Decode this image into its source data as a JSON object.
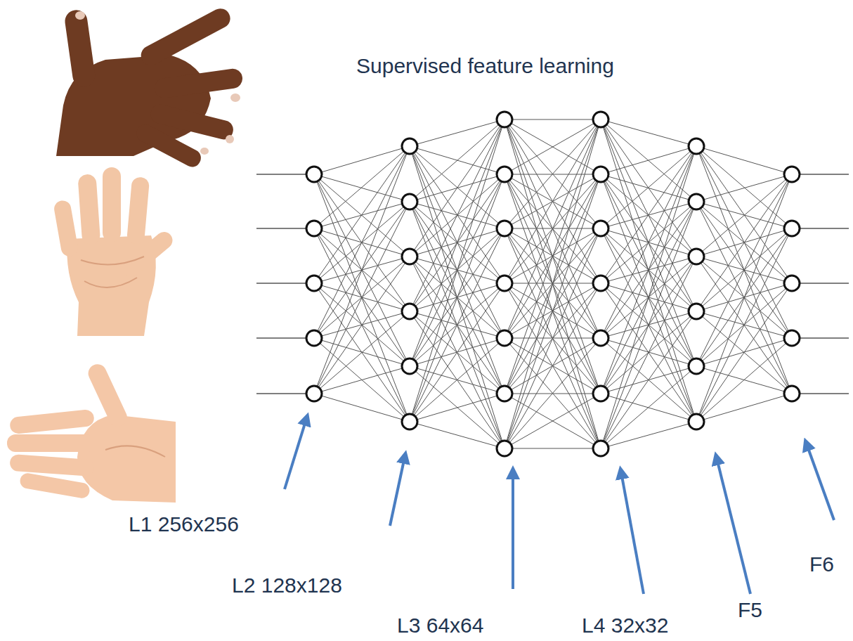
{
  "diagram": {
    "title": "Supervised feature learning",
    "labels": [
      "L1 256x256",
      "L2 128x128",
      "L3 64x64",
      "L4 32x32",
      "F5",
      "F6"
    ]
  }
}
